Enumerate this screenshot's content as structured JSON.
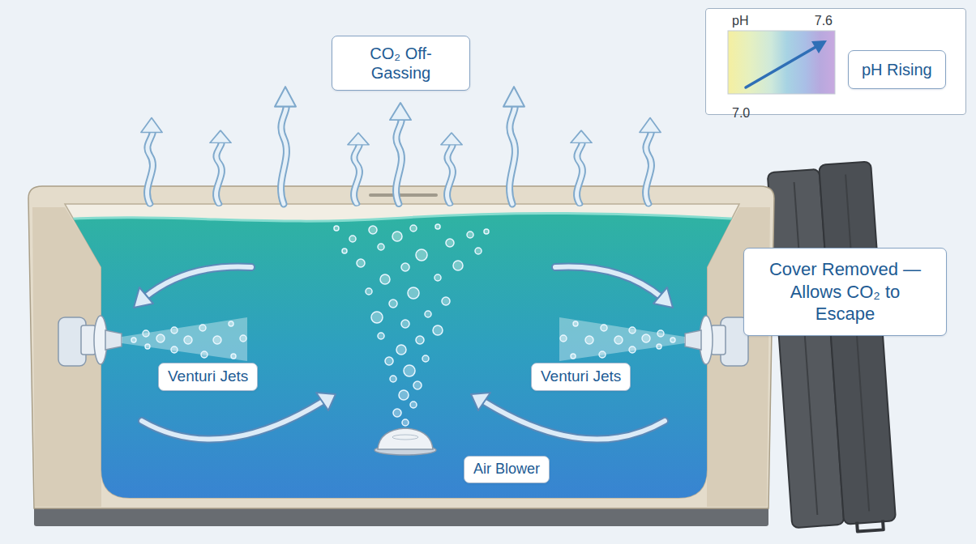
{
  "diagram": {
    "nodes": [
      {
        "text": [
          "CO₂ Off-Gassing"
        ]
      },
      {
        "text": [
          "pH",
          "7.6",
          "7.0"
        ]
      },
      {
        "text": [
          "pH Rising"
        ],
        "in": 1
      },
      {
        "text": [
          "Cover Removed — Allows CO₂ to Escape"
        ]
      },
      {
        "text": [
          "Venturi Jets"
        ]
      },
      {
        "text": [
          "Venturi Jets"
        ]
      },
      {
        "text": [
          "Air Blower"
        ]
      }
    ]
  }
}
